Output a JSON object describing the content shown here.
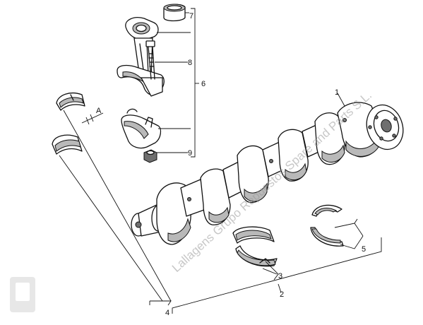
{
  "callouts": {
    "c1": "1",
    "c2": "2",
    "c3": "3",
    "c4": "4",
    "c5": "5",
    "c6": "6",
    "c7": "7",
    "c8": "8",
    "c9": "9",
    "cA": "A"
  },
  "watermark": "Lallagens Grupo Repuestos Spare and Parts S.L.",
  "colors": {
    "ink": "#111111",
    "shade": "#b9b9b9",
    "watermark": "#9a9a9a"
  }
}
